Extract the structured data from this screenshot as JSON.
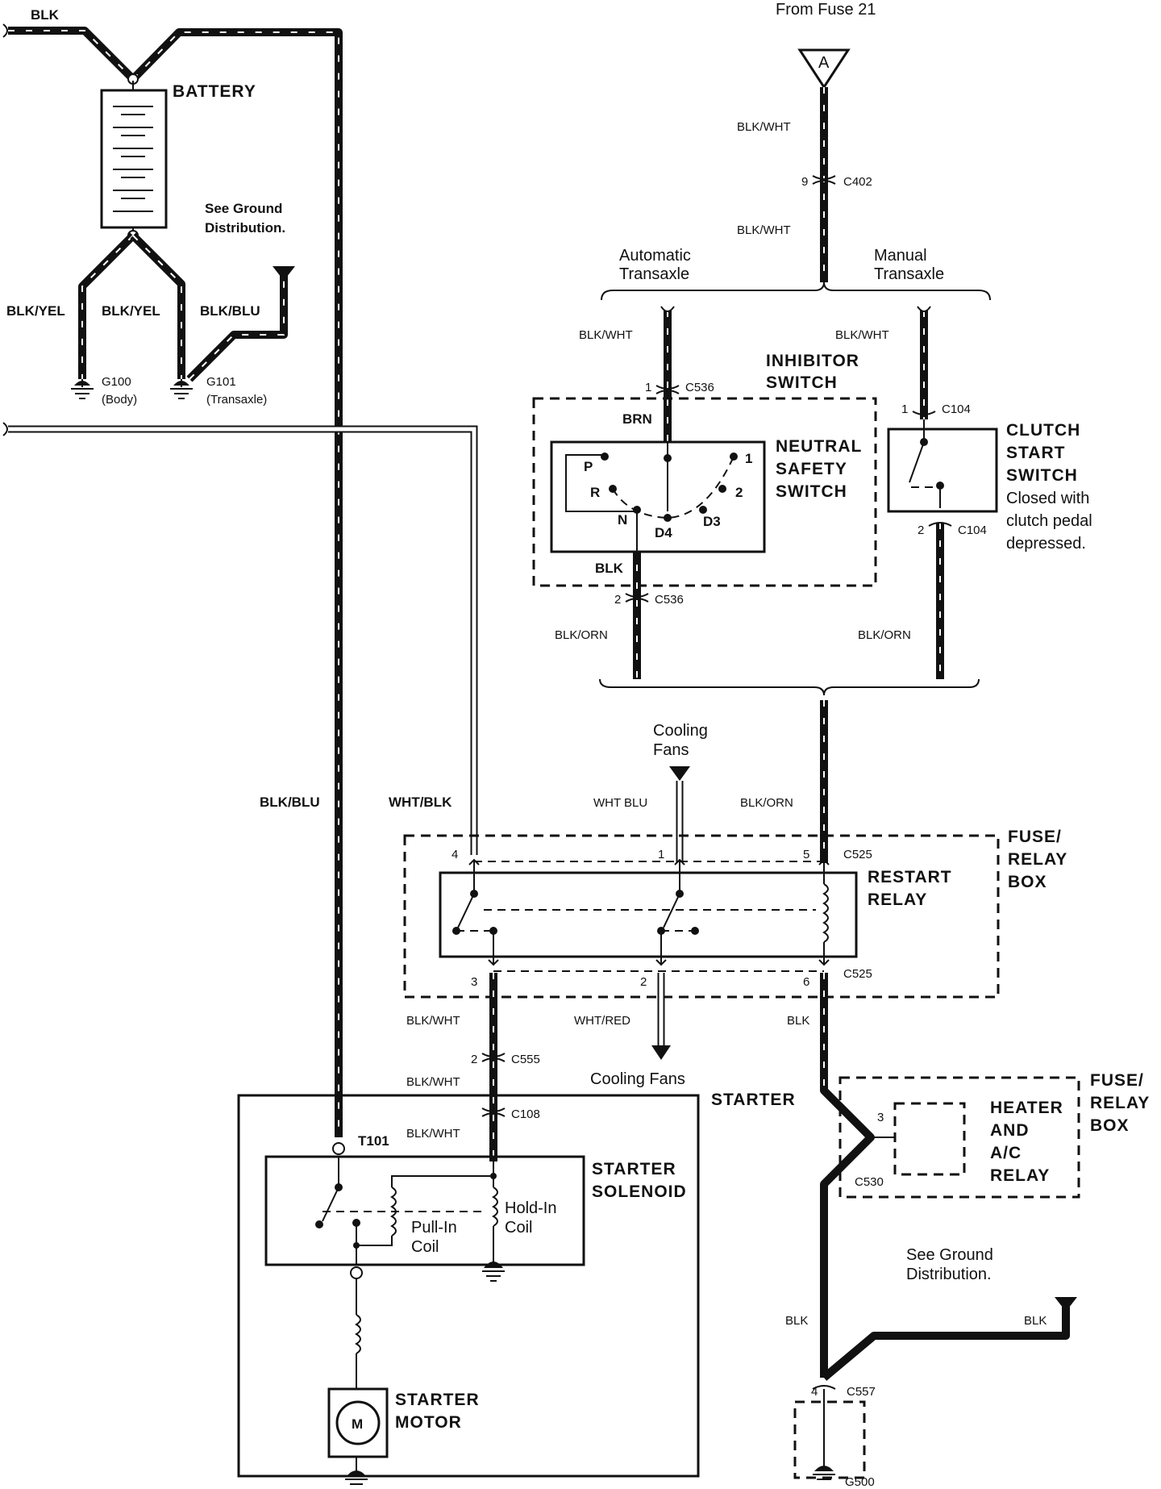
{
  "source": {
    "label": "From Fuse 21",
    "connector": "A"
  },
  "battery": {
    "label": "BATTERY",
    "ground_note": "See Ground Distribution."
  },
  "wires": {
    "blk_top": "BLK",
    "blk_yel_1": "BLK/YEL",
    "blk_yel_2": "BLK/YEL",
    "blk_blu_short": "BLK/BLU",
    "blk_blu_main": "BLK/BLU",
    "wht_blk": "WHT/BLK",
    "wht_blu": "WHT BLU",
    "blk_orn_right": "BLK/ORN",
    "blk_wht_fuse": "BLK/WHT",
    "blk_wht_c402": "BLK/WHT",
    "blk_wht_auto": "BLK/WHT",
    "blk_wht_manual": "BLK/WHT",
    "brn": "BRN",
    "blk_nss": "BLK",
    "blk_orn_auto": "BLK/ORN",
    "blk_orn_manual": "BLK/ORN",
    "blk_wht_relay3": "BLK/WHT",
    "wht_red": "WHT/RED",
    "blk_relay6": "BLK",
    "blk_wht_c555": "BLK/WHT",
    "blk_wht_c108": "BLK/WHT",
    "blk_lower": "BLK",
    "blk_ground": "BLK"
  },
  "grounds": {
    "g100": "G100",
    "g100_note": "(Body)",
    "g101": "G101",
    "g101_note": "(Transaxle)",
    "g500": "G500",
    "lower_note": "See Ground Distribution."
  },
  "connectors": {
    "c402_pin": "9",
    "c402": "C402",
    "c536_pin1": "1",
    "c536_a": "C536",
    "c536_pin2": "2",
    "c536_b": "C536",
    "c104_pin1": "1",
    "c104_a": "C104",
    "c104_pin2": "2",
    "c104_b": "C104",
    "c525_top": "C525",
    "c525_bottom": "C525",
    "pin4": "4",
    "pin1": "1",
    "pin5": "5",
    "pin3": "3",
    "pin2": "2",
    "pin6": "6",
    "c555_pin": "2",
    "c555": "C555",
    "c108": "C108",
    "t101": "T101",
    "c530_pin": "3",
    "c530": "C530",
    "c557_pin": "4",
    "c557": "C557"
  },
  "transaxle": {
    "automatic": "Automatic Transaxle",
    "manual": "Manual Transaxle"
  },
  "inhibitor": {
    "label": "INHIBITOR SWITCH",
    "nss": "NEUTRAL SAFETY SWITCH",
    "pos_p": "P",
    "pos_r": "R",
    "pos_n": "N",
    "pos_d4": "D4",
    "pos_d3": "D3",
    "pos_2": "2",
    "pos_1": "1"
  },
  "clutch": {
    "label": "CLUTCH START SWITCH",
    "note": "Closed with clutch pedal depressed."
  },
  "cooling": {
    "top": "Cooling Fans",
    "bottom": "Cooling Fans"
  },
  "relay": {
    "box_label": "FUSE/ RELAY BOX",
    "restart": "RESTART RELAY"
  },
  "starter": {
    "label": "STARTER",
    "solenoid": "STARTER SOLENOID",
    "pull_in": "Pull-In Coil",
    "hold_in": "Hold-In Coil",
    "motor": "STARTER MOTOR",
    "motor_symbol": "M"
  },
  "heater": {
    "box_label": "FUSE/ RELAY BOX",
    "relay": "HEATER AND A/C RELAY"
  }
}
